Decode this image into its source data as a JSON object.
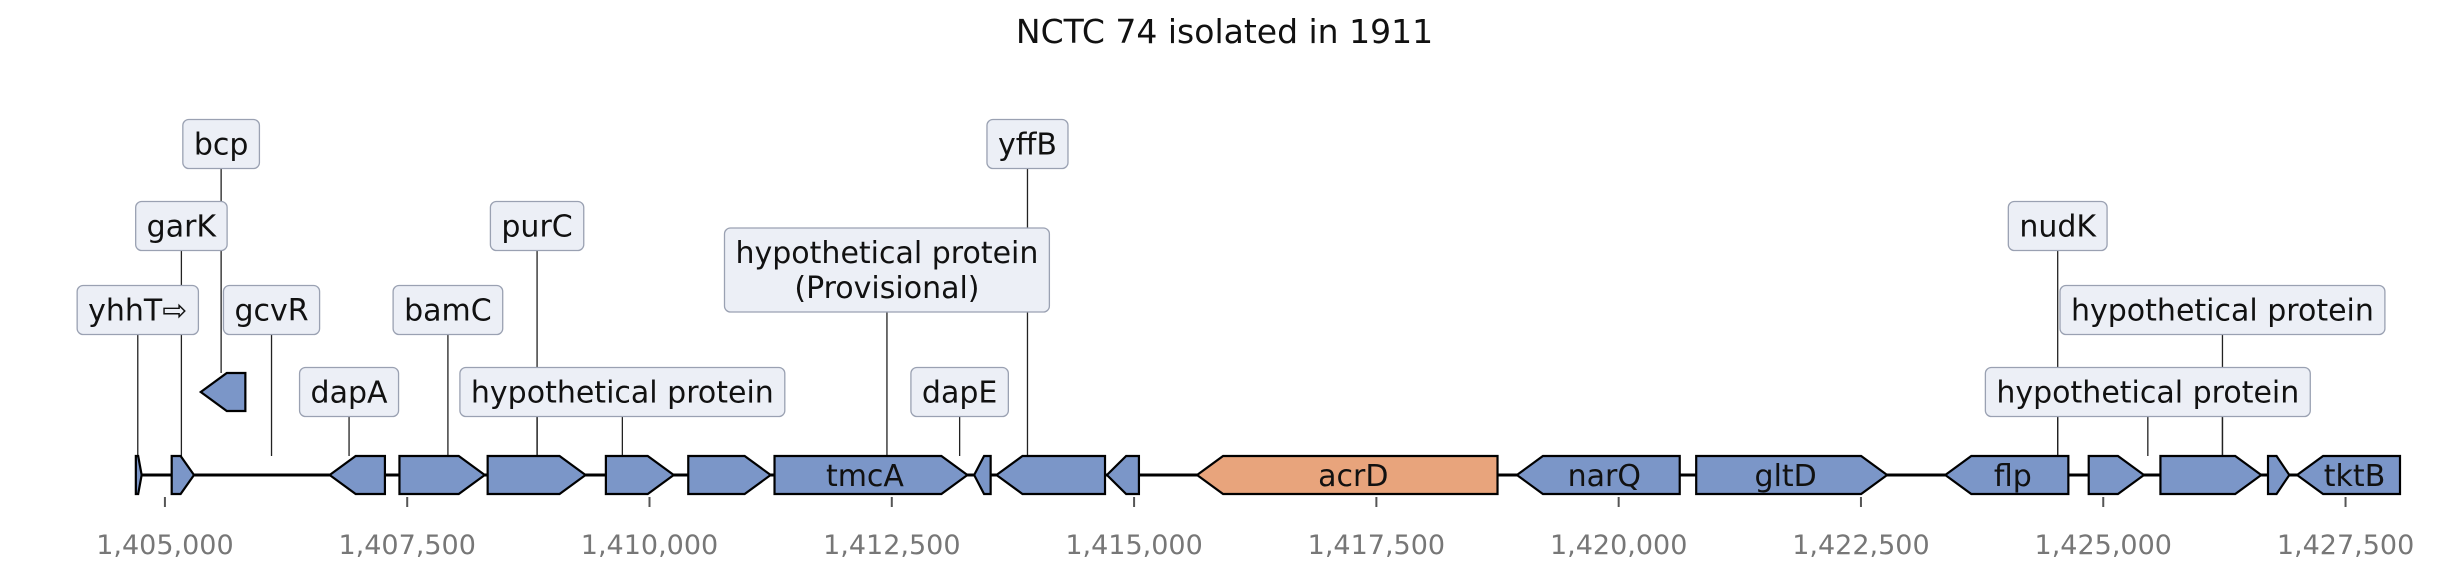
{
  "title": "NCTC 74 isolated in 1911",
  "colors": {
    "gene": "#7b96c8",
    "highlight": "#e8a47c",
    "label_bg": "#eceff6"
  },
  "axis": {
    "min": 1404000,
    "max": 1428000,
    "ticks": [
      {
        "value": 1405000,
        "label": "1,405,000"
      },
      {
        "value": 1407500,
        "label": "1,407,500"
      },
      {
        "value": 1410000,
        "label": "1,410,000"
      },
      {
        "value": 1412500,
        "label": "1,412,500"
      },
      {
        "value": 1415000,
        "label": "1,415,000"
      },
      {
        "value": 1417500,
        "label": "1,417,500"
      },
      {
        "value": 1420000,
        "label": "1,420,000"
      },
      {
        "value": 1422500,
        "label": "1,422,500"
      },
      {
        "value": 1425000,
        "label": "1,425,000"
      },
      {
        "value": 1427500,
        "label": "1,427,500"
      }
    ]
  },
  "track": {
    "start": 1404700,
    "end": 1427800
  },
  "genes": [
    {
      "start": 1404700,
      "end": 1404760,
      "strand": 1,
      "name": ""
    },
    {
      "start": 1405070,
      "end": 1405300,
      "strand": 1,
      "name": ""
    },
    {
      "start": 1406700,
      "end": 1407270,
      "strand": -1,
      "name": ""
    },
    {
      "start": 1407420,
      "end": 1408300,
      "strand": 1,
      "name": ""
    },
    {
      "start": 1408330,
      "end": 1409340,
      "strand": 1,
      "name": ""
    },
    {
      "start": 1409550,
      "end": 1410250,
      "strand": 1,
      "name": ""
    },
    {
      "start": 1410400,
      "end": 1411250,
      "strand": 1,
      "name": ""
    },
    {
      "start": 1411290,
      "end": 1413280,
      "strand": 1,
      "name": "tmcA"
    },
    {
      "start": 1413350,
      "end": 1413520,
      "strand": -1,
      "name": ""
    },
    {
      "start": 1413580,
      "end": 1414700,
      "strand": -1,
      "name": ""
    },
    {
      "start": 1414720,
      "end": 1415050,
      "strand": -1,
      "name": ""
    },
    {
      "start": 1415650,
      "end": 1418750,
      "strand": -1,
      "name": "acrD",
      "highlight": true
    },
    {
      "start": 1418950,
      "end": 1420630,
      "strand": -1,
      "name": "narQ"
    },
    {
      "start": 1420800,
      "end": 1422770,
      "strand": 1,
      "name": "gltD"
    },
    {
      "start": 1423370,
      "end": 1424640,
      "strand": -1,
      "name": "flp"
    },
    {
      "start": 1424850,
      "end": 1425420,
      "strand": 1,
      "name": ""
    },
    {
      "start": 1425590,
      "end": 1426630,
      "strand": 1,
      "name": ""
    },
    {
      "start": 1426700,
      "end": 1426920,
      "strand": 1,
      "name": ""
    },
    {
      "start": 1427000,
      "end": 1428800,
      "strand": -1,
      "name": "tktB"
    }
  ],
  "floating_genes": [
    {
      "start": 1405370,
      "end": 1405830,
      "strand": -1
    }
  ],
  "labels": [
    {
      "text": "yhhT⇨",
      "anchor": 1404720,
      "level": 1
    },
    {
      "text": "garK",
      "anchor": 1405170,
      "level": 2
    },
    {
      "text": "bcp",
      "anchor": 1405580,
      "level": 3,
      "stem_to": "floating"
    },
    {
      "text": "gcvR",
      "anchor": 1406100,
      "level": 1
    },
    {
      "text": "dapA",
      "anchor": 1406900,
      "level": 0
    },
    {
      "text": "bamC",
      "anchor": 1407920,
      "level": 1
    },
    {
      "text": "purC",
      "anchor": 1408840,
      "level": 2
    },
    {
      "text": "hypothetical protein",
      "anchor": 1409720,
      "level": 0,
      "center": 1409720,
      "stems": [
        1408840,
        1409720
      ]
    },
    {
      "text": "hypothetical protein\n(Provisional)",
      "anchor": 1412450,
      "level": "2tall"
    },
    {
      "text": "dapE",
      "anchor": 1413200,
      "level": 0
    },
    {
      "text": "yffB",
      "anchor": 1413900,
      "level": 3
    },
    {
      "text": "nudK",
      "anchor": 1424530,
      "level": 2
    },
    {
      "text": "hypothetical protein",
      "anchor": 1425460,
      "level": 0,
      "stems": [
        1424530,
        1425460,
        1426230
      ]
    },
    {
      "text": "hypothetical protein",
      "anchor": 1426230,
      "level": 1
    }
  ]
}
